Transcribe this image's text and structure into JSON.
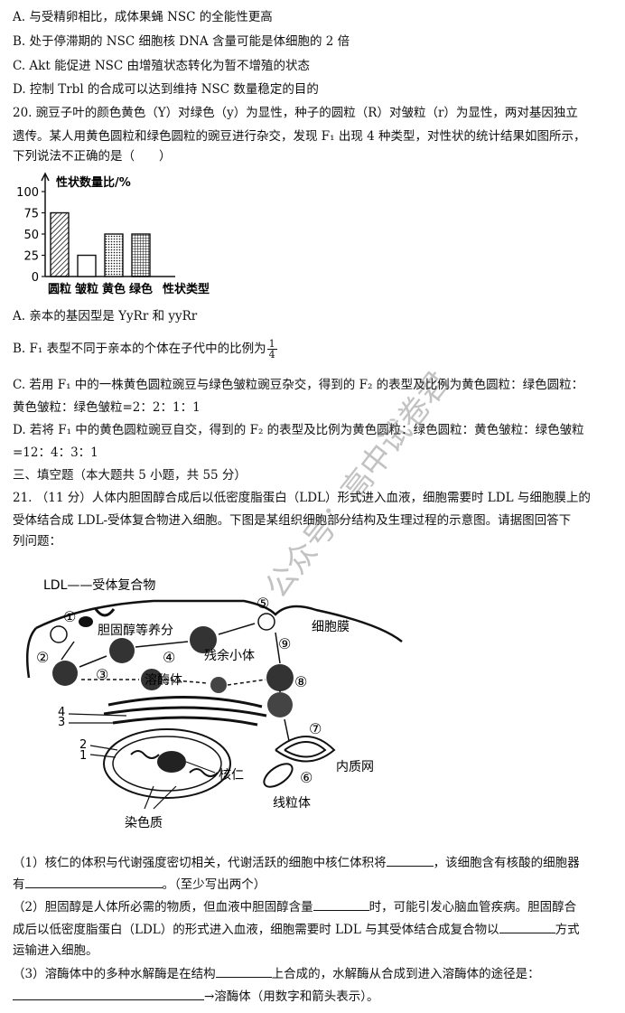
{
  "q19": {
    "optA": "A. 与受精卵相比，成体果蝇 NSC 的全能性更高",
    "optB": "B. 处于停滞期的 NSC 细胞核 DNA 含量可能是体细胞的 2 倍",
    "optC": "C. Akt 能促进 NSC 由增殖状态转化为暂不增殖的状态",
    "optD": "D. 控制 Trbl 的合成可以达到维持 NSC 数量稳定的目的"
  },
  "q20": {
    "stem1": "20. 豌豆子叶的颜色黄色（Y）对绿色（y）为显性，种子的圆粒（R）对皱粒（r）为显性，两对基因独立",
    "stem2": "遗传。某人用黄色圆粒和绿色圆粒的豌豆进行杂交，发现 F₁ 出现 4 种类型，对性状的统计结果如图所示，",
    "stem3": "下列说法不正确的是（　　）",
    "optA": "A. 亲本的基因型是 YyRr 和 yyRr",
    "optB_pre": "B. F₁ 表型不同于亲本的个体在子代中的比例为",
    "optB_num": "1",
    "optB_den": "4",
    "optC1": "C. 若用 F₁ 中的一株黄色圆粒豌豆与绿色皱粒豌豆杂交，得到的 F₂ 的表型及比例为黄色圆粒：绿色圆粒：",
    "optC2": "黄色皱粒：绿色皱粒=2：2：1：1",
    "optD1": "D. 若将 F₁ 中的黄色圆粒豌豆自交，得到的 F₂ 的表型及比例为黄色圆粒：绿色圆粒：黄色皱粒：绿色皱粒",
    "optD2": "=12：4：3：1"
  },
  "chart_data": {
    "type": "bar",
    "ylabel": "性状数量比/%",
    "xlabel": "性状类型",
    "ylim": [
      0,
      100
    ],
    "yticks": [
      "0",
      "25",
      "50",
      "75",
      "100"
    ],
    "categories": [
      "圆粒",
      "皱粒",
      "黄色",
      "绿色"
    ],
    "values": [
      75,
      25,
      50,
      50
    ],
    "patterns": [
      "hatch",
      "none",
      "dots",
      "grid"
    ]
  },
  "section3": "三、填空题（本大题共 5 小题，共 55 分）",
  "q21": {
    "stem1": "21. （11 分）人体内胆固醇合成后以低密度脂蛋白（LDL）形式进入血液，细胞需要时 LDL 与细胞膜上的",
    "stem2": "受体结合成 LDL-受体复合物进入细胞。下图是某组织细胞部分结构及生理过程的示意图。请据图回答下",
    "stem3": "列问题：",
    "p1a": "（1）核仁的体积与代谢强度密切相关，代谢活跃的细胞中核仁体积将",
    "p1b": "，该细胞含有核酸的细胞器",
    "p1c": "有",
    "p1d": "。（至少写出两个）",
    "p2a": "（2）胆固醇是人体所必需的物质，但血液中胆固醇含量",
    "p2b": "时，可能引发心脑血管疾病。胆固醇合",
    "p2c": "成后以低密度脂蛋白（LDL）的形式进入血液，细胞需要时 LDL 与其受体结合成复合物以",
    "p2d": "方式",
    "p2e": "运输进入细胞。",
    "p3a": "（3）溶酶体中的多种水解酶是在结构",
    "p3b": "上合成的，水解酶从合成到进入溶酶体的途径是：",
    "p3c": "→溶酶体（用数字和箭头表示）。"
  },
  "diagram": {
    "ldl_label": "LDL——受体复合物",
    "membrane": "细胞膜",
    "cholesterol": "胆固醇等养分",
    "residual": "残余小体",
    "lysosome": "溶酶体",
    "nucleolus": "核仁",
    "er": "内质网",
    "mito": "线粒体",
    "chromatin": "染色质",
    "n1": "①",
    "n2": "②",
    "n3": "③",
    "n4": "④",
    "n5": "⑤",
    "n6": "⑥",
    "n7": "⑦",
    "n8": "⑧",
    "n9": "⑨",
    "s1": "1",
    "s2": "2",
    "s3": "3",
    "s4": "4"
  },
  "watermark": "公众号：高中试卷君"
}
